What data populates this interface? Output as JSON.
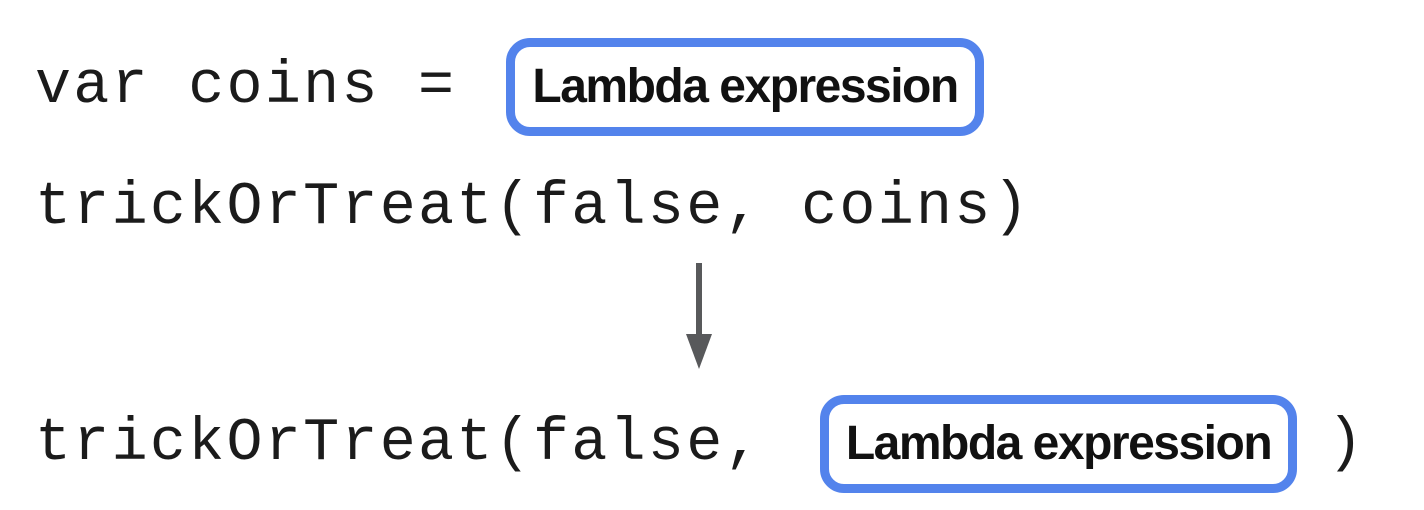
{
  "diagram": {
    "assignment_line": {
      "code": "var coins =",
      "box_label": "Lambda expression"
    },
    "call_line": {
      "code": "trickOrTreat(false, coins)"
    },
    "arrow": {
      "meaning": "substitution",
      "direction": "down",
      "color": "#58595B"
    },
    "result_line": {
      "code_before": "trickOrTreat(false,",
      "box_label": "Lambda expression",
      "code_after": ")"
    },
    "colors": {
      "background": "#FFFFFF",
      "box_border": "#5383EC",
      "box_fill": "#FFFFFF",
      "code_text": "#1B1B1B",
      "label_text": "#111111",
      "arrow": "#58595B"
    }
  }
}
